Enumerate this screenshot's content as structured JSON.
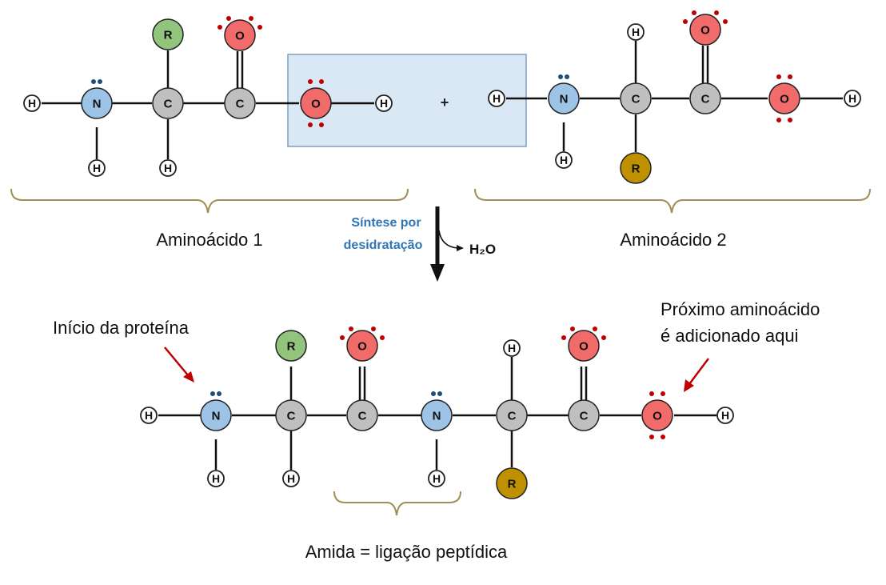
{
  "colors": {
    "nitrogen": "#9dc3e6",
    "carbon": "#bfbfbf",
    "oxygen": "#f26b6b",
    "r_group_1": "#93c47d",
    "r_group_2": "#bf9000",
    "hydrogen": "#ffffff",
    "nitrogen_lone_pair": "#1f4e79",
    "oxygen_lone_pair": "#c00000",
    "highlight_box": "#dae7f5",
    "bracket": "#a08f55",
    "process_label": "#2e75b6",
    "pointer_arrow": "#c00000"
  },
  "atoms": {
    "hydrogen": "H",
    "nitrogen": "N",
    "carbon": "C",
    "oxygen": "O",
    "r_group": "R"
  },
  "reaction": {
    "plus_sign": "+",
    "process_line_1": "Síntese por",
    "process_line_2": "desidratação",
    "byproduct": "H₂O"
  },
  "labels": {
    "amino_acid_1": "Aminoácido 1",
    "amino_acid_2": "Aminoácido 2",
    "protein_start": "Início da proteína",
    "next_amino_acid_line_1": "Próximo aminoácido",
    "next_amino_acid_line_2": "é adicionado aqui",
    "peptide_bond": "Amida = ligação peptídica"
  }
}
